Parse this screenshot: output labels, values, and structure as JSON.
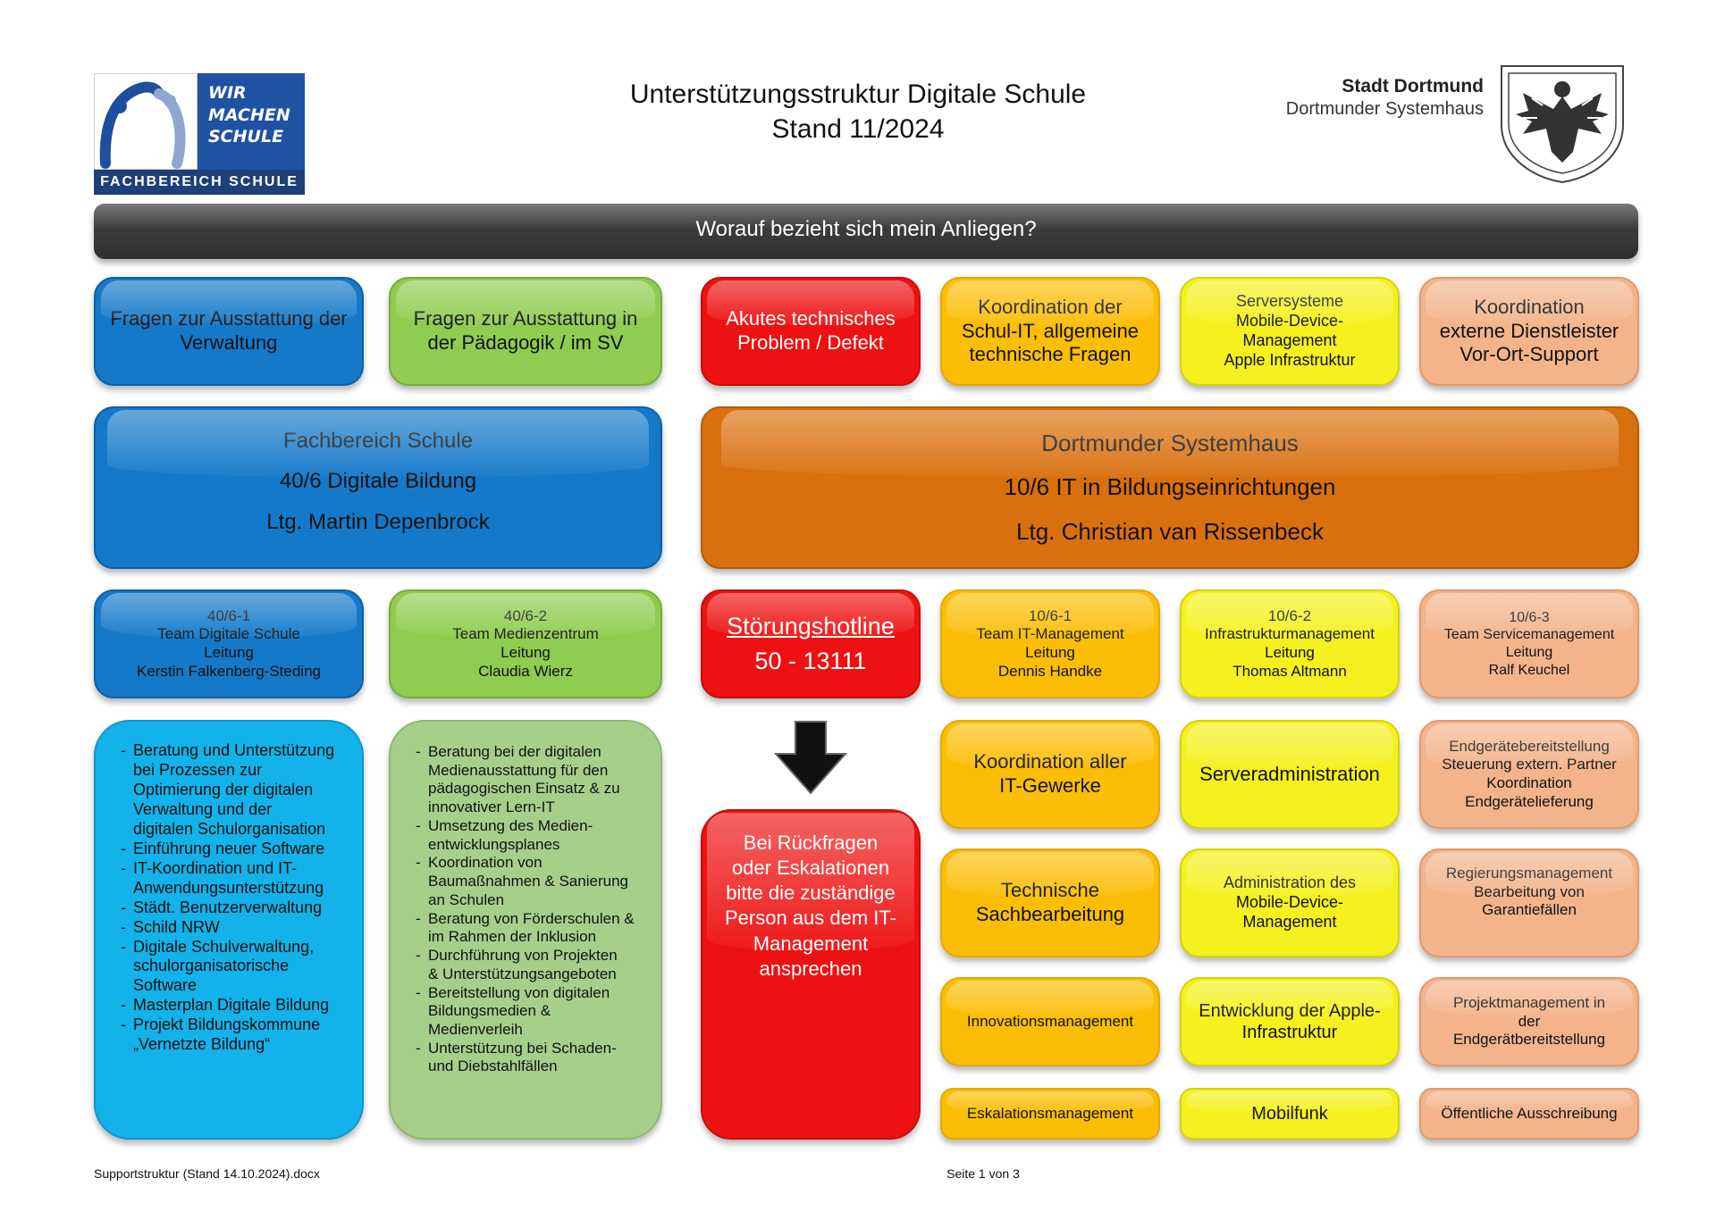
{
  "header": {
    "title": "Unterstützungsstruktur  Digitale Schule",
    "subtitle": "Stand 11/2024"
  },
  "logo_left": {
    "lines": [
      "WIR",
      "MACHEN",
      "SCHULE"
    ],
    "footer": "FACHBEREICH SCHULE"
  },
  "logo_right": {
    "city": "Stadt Dortmund",
    "dept": "Dortmunder Systemhaus"
  },
  "question_bar": "Worauf bezieht sich mein Anliegen?",
  "categories": [
    {
      "lines": [
        "Fragen zur Ausstattung  der",
        "Verwaltung"
      ]
    },
    {
      "lines": [
        "Fragen zur Ausstattung  in",
        "der Pädagogik /  im SV"
      ]
    },
    {
      "lines": [
        "Akutes technisches",
        "Problem /  Defekt"
      ]
    },
    {
      "lines": [
        "Koordination der",
        "Schul-IT, allgemeine",
        "technische  Fragen"
      ]
    },
    {
      "lines": [
        "Serversysteme",
        "Mobile-Device-",
        "Management",
        "Apple Infrastruktur"
      ]
    },
    {
      "lines": [
        "Koordination",
        "externe Dienstleister",
        "Vor-Ort-Support"
      ]
    }
  ],
  "org_left": {
    "lines": [
      "Fachbereich Schule",
      "40/6 Digitale Bildung",
      "Ltg. Martin  Depenbrock"
    ]
  },
  "org_right": {
    "lines": [
      "Dortmunder  Systemhaus",
      "10/6  IT in Bildungseinrichtungen",
      "Ltg. Christian  van Rissenbeck"
    ]
  },
  "teams": [
    {
      "lines": [
        "40/6-1",
        "Team Digitale  Schule",
        "Leitung",
        "Kerstin Falkenberg-Steding"
      ]
    },
    {
      "lines": [
        "40/6-2",
        "Team Medienzentrum",
        "Leitung",
        "Claudia Wierz"
      ]
    },
    {
      "lines": [
        "10/6-1",
        "Team IT-Management",
        "Leitung",
        "Dennis Handke"
      ]
    },
    {
      "lines": [
        "10/6-2",
        "Infrastrukturmanagement",
        "Leitung",
        "Thomas Altmann"
      ]
    },
    {
      "lines": [
        "10/6-3",
        "Team Servicemanagement",
        "Leitung",
        "Ralf Keuchel"
      ]
    }
  ],
  "hotline": {
    "label": "Störungshotline",
    "number": "50 - 13111"
  },
  "escalation": {
    "lines": [
      "Bei Rückfragen",
      "oder Eskalationen",
      "bitte  die zuständige",
      "Person aus dem IT-",
      "Management",
      "ansprechen"
    ]
  },
  "list_left": [
    [
      "Beratung und Unterstützung",
      "bei Prozessen zur",
      "Optimierung der digitalen",
      "Verwaltung und der",
      "digitalen  Schulorganisation"
    ],
    [
      "Einführung neuer Software"
    ],
    [
      "IT-Koordination und IT-",
      "Anwendungsunterstützung"
    ],
    [
      "Städt. Benutzerverwaltung"
    ],
    [
      "Schild NRW"
    ],
    [
      "Digitale Schulverwaltung,",
      "schulorganisatorische",
      "Software"
    ],
    [
      "Masterplan  Digitale Bildung"
    ],
    [
      "Projekt Bildungskommune",
      "„Vernetzte  Bildung“"
    ]
  ],
  "list_middle": [
    [
      "Beratung bei der digitalen",
      "Medienausstattung für den",
      "pädagogischen Einsatz & zu",
      "innovativer Lern-IT"
    ],
    [
      "Umsetzung des Medien-",
      "entwicklungsplanes"
    ],
    [
      "Koordination von",
      "Baumaßnahmen & Sanierung",
      "an Schulen"
    ],
    [
      "Beratung von Förderschulen &",
      "im Rahmen der Inklusion"
    ],
    [
      "Durchführung von Projekten",
      "& Unterstützungsangeboten"
    ],
    [
      "Bereitstellung von digitalen",
      "Bildungsmedien &",
      "Medienverleih"
    ],
    [
      "Unterstützung  bei Schaden-",
      "und Diebstahlfällen"
    ]
  ],
  "col_it_management": [
    {
      "lines": [
        "Koordination aller",
        "IT-Gewerke"
      ]
    },
    {
      "lines": [
        "Technische",
        "Sachbearbeitung"
      ]
    },
    {
      "lines": [
        "Innovationsmanagement"
      ]
    },
    {
      "lines": [
        "Eskalationsmanagement"
      ]
    }
  ],
  "col_infrastructure": [
    {
      "lines": [
        "Serveradministration"
      ]
    },
    {
      "lines": [
        "Administration des",
        "Mobile-Device-",
        "Management"
      ]
    },
    {
      "lines": [
        "Entwicklung der Apple-",
        "Infrastruktur"
      ]
    },
    {
      "lines": [
        "Mobilfunk"
      ]
    }
  ],
  "col_service": [
    {
      "lines": [
        "Endgerätebereitstellung",
        "Steuerung extern.  Partner",
        "Koordination",
        "Endgerätelieferung"
      ]
    },
    {
      "lines": [
        "Regierungsmanagement",
        "Bearbeitung von",
        "Garantiefällen"
      ]
    },
    {
      "lines": [
        "Projektmanagement in",
        "der",
        "Endgerätbereitstellung"
      ]
    },
    {
      "lines": [
        "Öffentliche  Ausschreibung"
      ]
    }
  ],
  "footer": {
    "left": "Supportstruktur  (Stand 14.10.2024).docx",
    "center": "Seite 1 von 3"
  },
  "colors": {
    "blue": "#1479c9",
    "green": "#8fcc4f",
    "red": "#ee1111",
    "orange": "#fbbe06",
    "yellow": "#f4f11f",
    "peach": "#f3b48b",
    "brown": "#d9700e",
    "light_blue": "#13b2ea",
    "light_green": "#a6d08a",
    "bar": "#4a4a4a"
  },
  "icons": [
    "school-logo-icon",
    "dortmund-eagle-icon",
    "arrow-down-icon"
  ]
}
